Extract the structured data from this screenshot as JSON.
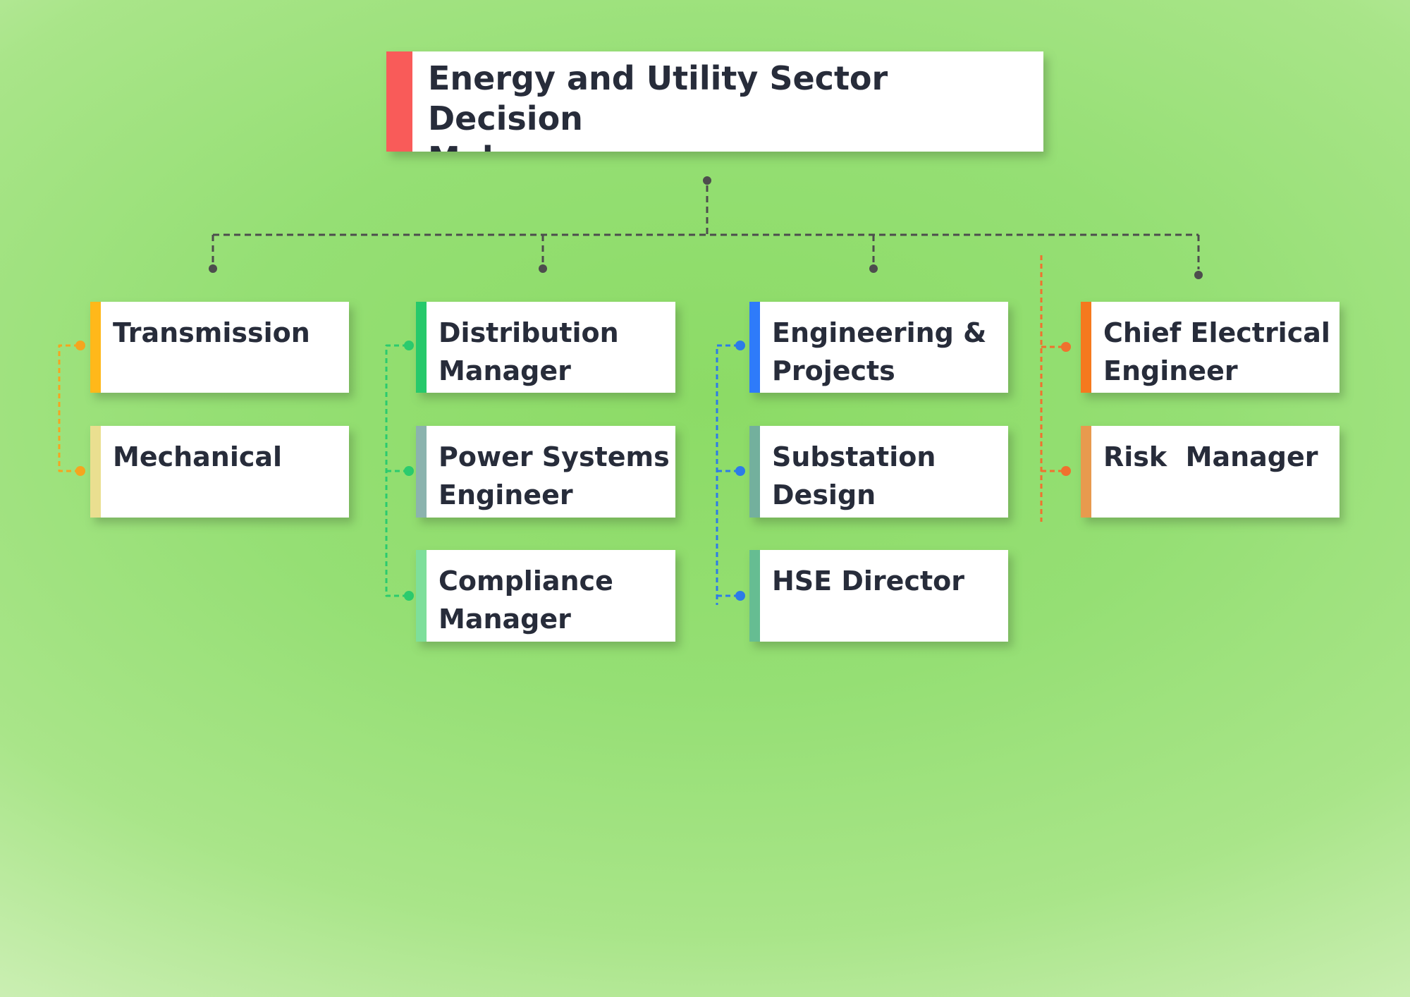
{
  "title": {
    "text": "Energy and Utility Sector Decision\nMakers",
    "accent": "#F95B59"
  },
  "columns": [
    {
      "connector_color": "#F5A51F",
      "nodes": [
        {
          "label": "Transmission",
          "accent": "#FFB81A"
        },
        {
          "label": "Mechanical",
          "accent": "#EADF90"
        }
      ]
    },
    {
      "connector_color": "#2BCB6E",
      "nodes": [
        {
          "label": "Distribution\nManager",
          "accent": "#26C96B"
        },
        {
          "label": "Power Systems\nEngineer",
          "accent": "#8BB3AE"
        },
        {
          "label": "Compliance\nManager",
          "accent": "#7EDF9B"
        }
      ]
    },
    {
      "connector_color": "#2D7BE8",
      "nodes": [
        {
          "label": "Engineering &\nProjects",
          "accent": "#2E7BFA"
        },
        {
          "label": "Substation\nDesign Engineer",
          "accent": "#73B09D"
        },
        {
          "label": "HSE Director",
          "accent": "#66BD92"
        }
      ]
    },
    {
      "connector_color": "#F0712E",
      "nodes": [
        {
          "label": "Chief Electrical\nEngineer",
          "accent": "#F5791E"
        },
        {
          "label": "Risk  Manager",
          "accent": "#E89A4E"
        }
      ]
    }
  ],
  "theme": {
    "tree_line": "#4D4D4D",
    "text": "#272C3A",
    "card_background": "#FFFFFF",
    "background_center": "#8CDB66",
    "background_mid": "#A9E589",
    "background_corner": "#FBFDF9"
  }
}
